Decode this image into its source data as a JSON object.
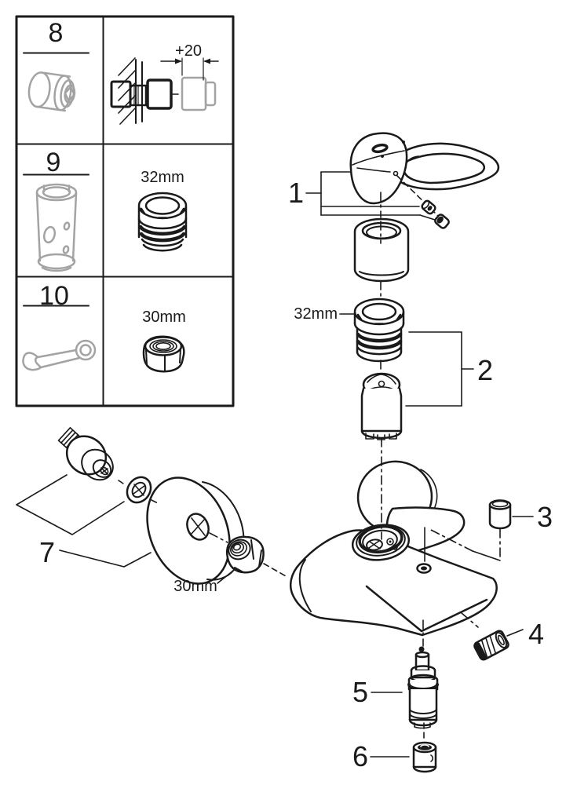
{
  "page": {
    "background": "#ffffff",
    "line_color": "#1a1a1a",
    "tool_gray_color": "#a3a3a3",
    "kind": "faucet exploded parts diagram"
  },
  "tool_table": {
    "rows": [
      {
        "id": "8",
        "tool_icon": "extension-coupling-icon",
        "detail_icon": "wall-mount-extension-diagram-icon",
        "dimension": "+20"
      },
      {
        "id": "9",
        "tool_icon": "socket-sleeve-tool-icon",
        "detail_icon": "cartridge-ring-nut-icon",
        "dimension": "32mm"
      },
      {
        "id": "10",
        "tool_icon": "open-end-wrench-icon",
        "detail_icon": "hex-nut-icon",
        "dimension": "30mm"
      }
    ]
  },
  "exploded_view": {
    "callouts": [
      {
        "number": "1",
        "part": "lever-handle-with-screw-and-plug"
      },
      {
        "number": "2",
        "part": "ring-nut-and-cartridge"
      },
      {
        "number": "3",
        "part": "stop-ring-plug"
      },
      {
        "number": "4",
        "part": "aerator-insert"
      },
      {
        "number": "5",
        "part": "diverter-cartridge"
      },
      {
        "number": "6",
        "part": "check-valve-insert"
      },
      {
        "number": "7",
        "part": "s-union-washer-escutcheon-and-nut"
      }
    ],
    "size_labels": {
      "cartridge_nut": "32mm",
      "union_nut": "30mm"
    }
  }
}
